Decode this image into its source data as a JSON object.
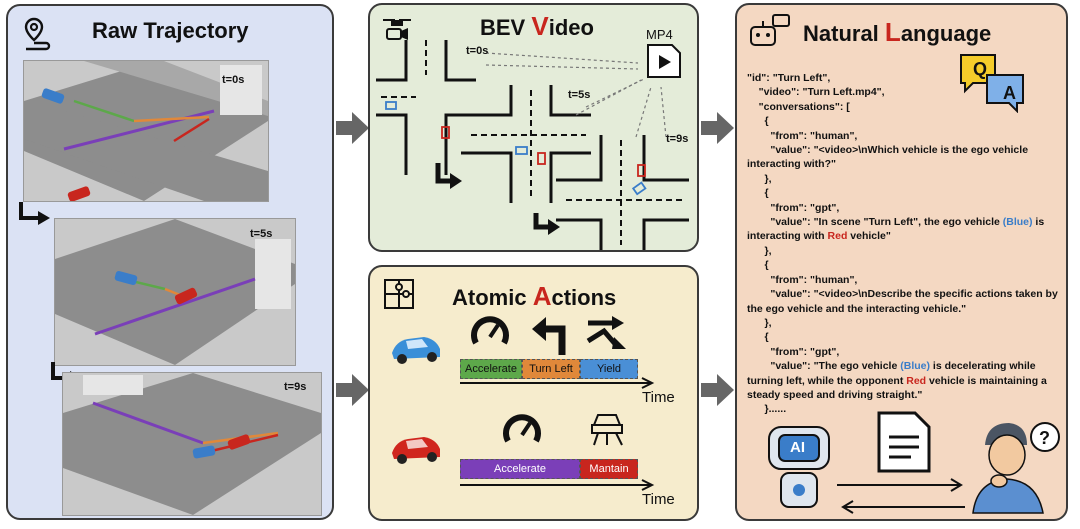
{
  "raw": {
    "title": "Raw Trajectory",
    "times": [
      "t=0s",
      "t=5s",
      "t=9s"
    ]
  },
  "bev": {
    "title_pre": "BEV ",
    "title_big": "V",
    "title_post": "ideo",
    "mp4": "MP4",
    "times": [
      "t=0s",
      "t=5s",
      "t=9s"
    ]
  },
  "atomic": {
    "title_pre": "Atomic ",
    "title_big": "A",
    "title_post": "ctions",
    "blue_actions": [
      "Accelerate",
      "Turn Left",
      "Yield"
    ],
    "red_actions": [
      "Accelerate",
      "Mantain"
    ],
    "time_label": "Time",
    "colors": {
      "accelerate_blue": "#5da84a",
      "turn_left": "#e0883a",
      "yield": "#4a8fd6",
      "accelerate_red": "#7b3fb8",
      "maintain": "#c8261e"
    }
  },
  "lang": {
    "title_pre": "Natural ",
    "title_big": "L",
    "title_post": "anguage",
    "q": "Q",
    "a": "A",
    "ai": "AI",
    "code": [
      "\"id\": \"Turn Left\",",
      "    \"video\": \"Turn Left.mp4\",",
      "    \"conversations\": [",
      "      {",
      "        \"from\": \"human\",",
      "        \"value\": \"<video>\\nWhich vehicle is the ego vehicle interacting with?\"",
      "      },",
      "      {",
      "        \"from\": \"gpt\",",
      "        \"value\": \"In scene \"Turn Left\", the ego vehicle "
    ],
    "line_blue": "(Blue)",
    "line_mid": " is interacting with ",
    "line_red": "Red",
    "line_end": " vehicle\"",
    "code2": [
      "      },",
      "      {",
      "        \"from\": \"human\",",
      "        \"value\": \"<video>\\nDescribe the specific actions taken by the ego vehicle and the interacting vehicle.\"",
      "      },",
      "      {",
      "        \"from\": \"gpt\","
    ],
    "last_a": "        \"value\": \"The ego vehicle ",
    "last_blue": "(Blue)",
    "last_b": " is decelerating while turning left, while the opponent ",
    "last_red": "Red",
    "last_c": " vehicle is maintaining a steady speed and driving straight.\"",
    "ending": "      }......"
  }
}
